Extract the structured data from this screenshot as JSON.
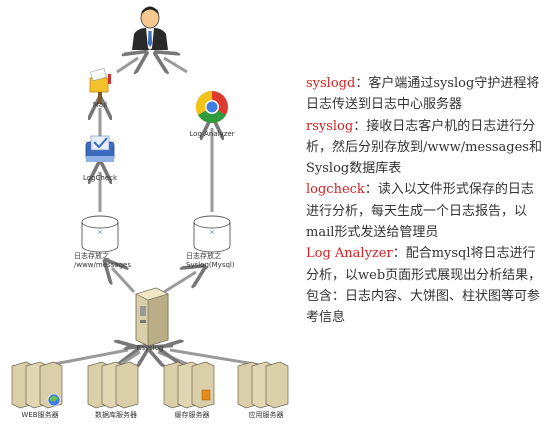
{
  "diagram": {
    "nodes": {
      "mail": "Mail",
      "logcheck": "LogCheck",
      "log_analyzer": "Log Analyzer",
      "store_messages": "日志存放之\n/www/messages",
      "store_mysql": "日志存放之\nSyslog(Mysql)",
      "syslog_server": "Rsyslog",
      "web_servers": "WEB服务器",
      "db_servers": "数据库服务器",
      "cache_servers": "缓存服务器",
      "app_servers": "应用服务器"
    },
    "icons": [
      "user-icon",
      "mail-icon",
      "browser-icon",
      "logcheck-icon",
      "database-icon",
      "server-icon"
    ]
  },
  "description": [
    {
      "term": "syslogd",
      "text": "：客户端通过syslog守护进程将日志传送到日志中心服务器"
    },
    {
      "term": "rsyslog",
      "text": "：接收日志客户机的日志进行分析，然后分别存放到/www/messages和Syslog数据库表"
    },
    {
      "term": "logcheck",
      "text": "：读入以文件形式保存的日志进行分析，每天生成一个日志报告，以mail形式发送给管理员"
    },
    {
      "term": "Log Analyzer",
      "text": "：配合mysql将日志进行分析，以web页面形式展现出分析结果，包含：日志内容、大饼图、柱状图等可参考信息"
    }
  ]
}
